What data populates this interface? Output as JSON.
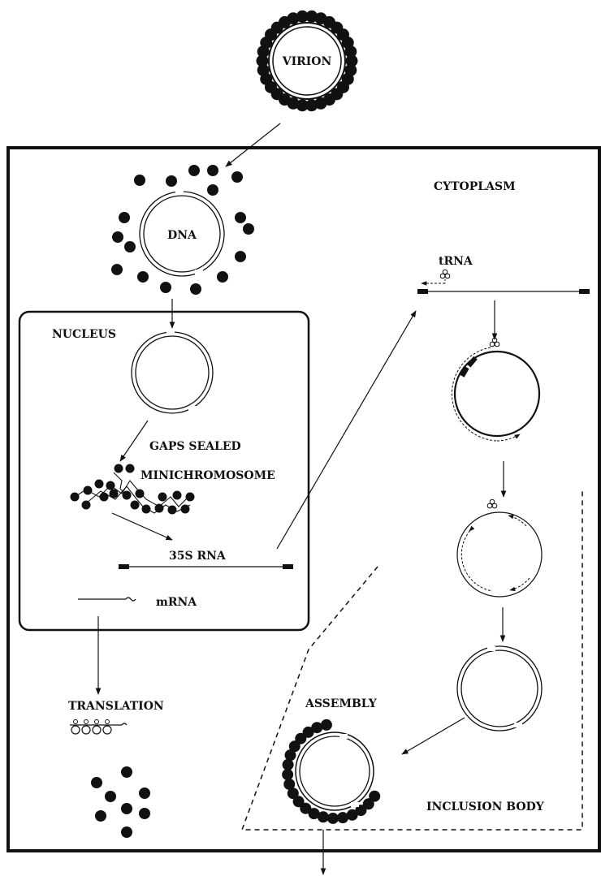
{
  "diagram": {
    "labels": {
      "virion": "VIRION",
      "cytoplasm": "CYTOPLASM",
      "dna": "DNA",
      "trna": "tRNA",
      "nucleus": "NUCLEUS",
      "gaps_sealed": "GAPS SEALED",
      "minichromosome": "MINICHROMOSOME",
      "rna35s": "35S RNA",
      "mrna": "mRNA",
      "translation": "TRANSLATION",
      "assembly": "ASSEMBLY",
      "inclusion_body": "INCLUSION BODY"
    }
  },
  "colors": {
    "ink": "#111111",
    "background": "#ffffff"
  }
}
